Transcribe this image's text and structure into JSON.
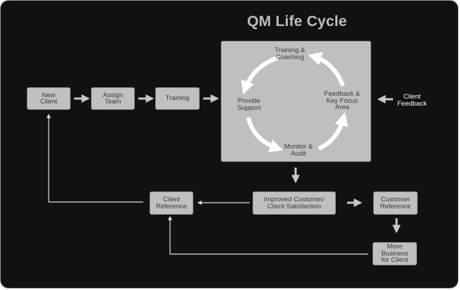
{
  "diagram": {
    "title": "QM Life Cycle",
    "nodes": {
      "new_client": "New\nClient",
      "assign_team": "Assign\nTeam",
      "training": "Training",
      "client_reference": "Client\nReference",
      "improved_satisfaction": "Improved Customer/\nClient Satisfaction",
      "customer_reference": "Customer\nReference",
      "more_business": "More\nBusiness\nfor Client"
    },
    "cycle": {
      "training_coaching": "Training &\nCoaching",
      "provide_support": "Provide\nSupport",
      "monitor_audit": "Monitor &\nAudit",
      "feedback_focus": "Feedback &\nKey Focus\nArea"
    },
    "external_input": "Client\nFeedback",
    "edges": [
      {
        "from": "New Client",
        "to": "Assign Team"
      },
      {
        "from": "Assign Team",
        "to": "Training"
      },
      {
        "from": "Training",
        "to": "QM Cycle"
      },
      {
        "from": "Client Feedback",
        "to": "QM Cycle"
      },
      {
        "from": "QM Cycle",
        "to": "Improved Customer/Client Satisfaction"
      },
      {
        "from": "Improved Customer/Client Satisfaction",
        "to": "Client Reference"
      },
      {
        "from": "Improved Customer/Client Satisfaction",
        "to": "Customer Reference"
      },
      {
        "from": "Customer Reference",
        "to": "More Business for Client"
      },
      {
        "from": "More Business for Client",
        "to": "Client Reference"
      },
      {
        "from": "Client Reference",
        "to": "New Client"
      },
      {
        "from": "Training & Coaching",
        "to": "Provide Support"
      },
      {
        "from": "Provide Support",
        "to": "Monitor & Audit"
      },
      {
        "from": "Monitor & Audit",
        "to": "Feedback & Key Focus Area"
      },
      {
        "from": "Feedback & Key Focus Area",
        "to": "Training & Coaching"
      }
    ],
    "colors": {
      "background": "#111111",
      "box_fill": "#c0c0c0",
      "arrow": "#c8c8c8",
      "cycle_arrow": "#ffffff",
      "title": "#bdbdbd"
    }
  }
}
